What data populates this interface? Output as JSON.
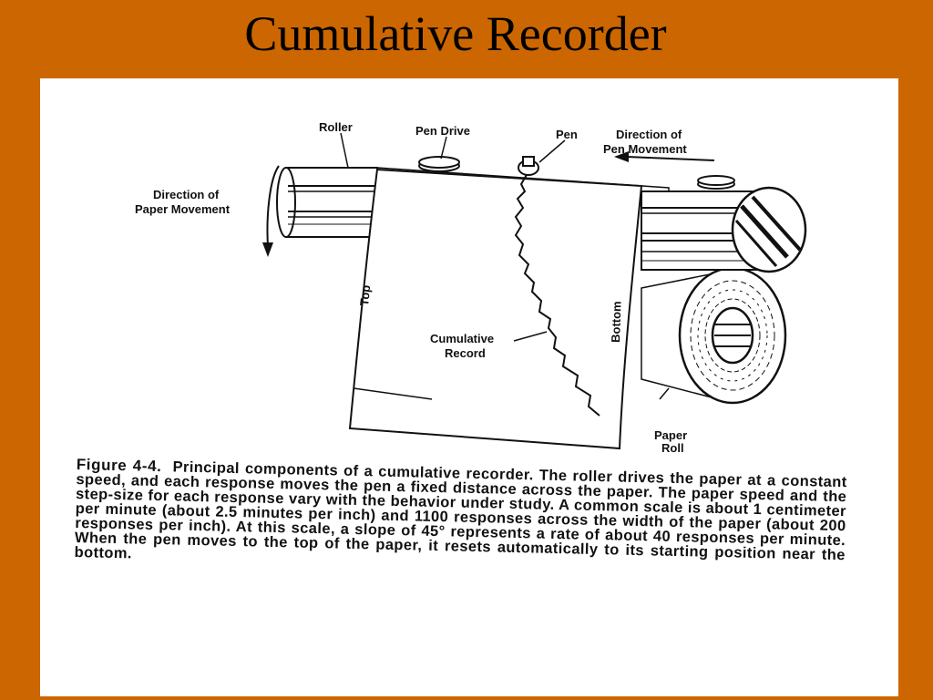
{
  "slide": {
    "title": "Cumulative Recorder",
    "background_color": "#CC6600"
  },
  "figure": {
    "labels": {
      "roller": "Roller",
      "pen_drive": "Pen Drive",
      "pen": "Pen",
      "pen_movement_line1": "Direction of",
      "pen_movement_line2": "Pen Movement",
      "paper_movement_line1": "Direction of",
      "paper_movement_line2": "Paper Movement",
      "top": "Top",
      "bottom": "Bottom",
      "record_line1": "Cumulative",
      "record_line2": "Record",
      "roll_line1": "Paper",
      "roll_line2": "Roll"
    },
    "caption": {
      "number": "Figure 4-4.",
      "text": "Principal components of a cumulative recorder. The roller drives the paper at a constant speed, and each response moves the pen a fixed distance across the paper. The paper speed and the step-size for each response vary with the behavior under study. A common scale is about 1 centimeter per minute (about 2.5 minutes per inch) and 1100 responses across the width of the paper (about 200 responses per inch). At this scale, a slope of 45° represents a rate of about 40 responses per minute. When the pen moves to the top of the paper, it resets automatically to its starting position near the bottom."
    }
  }
}
